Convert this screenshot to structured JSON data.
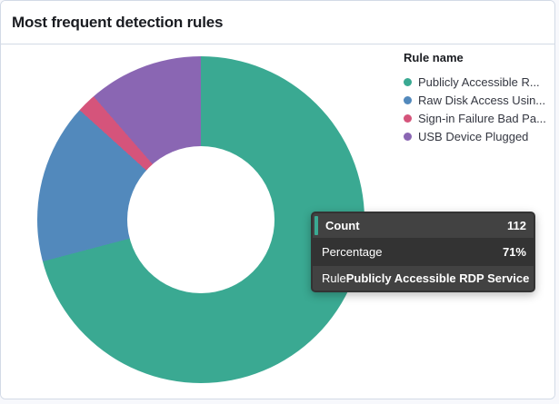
{
  "panel": {
    "title": "Most frequent detection rules"
  },
  "legend": {
    "title": "Rule name",
    "items": [
      {
        "label": "Publicly Accessible R...",
        "color": "#3aa992"
      },
      {
        "label": "Raw Disk Access Usin...",
        "color": "#5289bc"
      },
      {
        "label": "Sign-in Failure Bad Pa...",
        "color": "#d5547b"
      },
      {
        "label": "USB Device Plugged",
        "color": "#8a66b3"
      }
    ]
  },
  "tooltip": {
    "accent_color": "#3aa992",
    "header": {
      "label": "Count",
      "value": "112"
    },
    "rows": [
      {
        "label": "Percentage",
        "value": "71%",
        "highlighted": false
      },
      {
        "label": "Rule",
        "value": "Publicly Accessible RDP Service",
        "highlighted": true
      }
    ]
  },
  "chart_data": {
    "type": "pie",
    "subtype": "donut",
    "title": "Most frequent detection rules",
    "categories": [
      "Publicly Accessible R...",
      "Raw Disk Access Usin...",
      "Sign-in Failure Bad Pa...",
      "USB Device Plugged"
    ],
    "values": [
      112,
      25,
      3,
      18
    ],
    "percentages": [
      71,
      15.8,
      1.9,
      11.4
    ],
    "colors": [
      "#3aa992",
      "#5289bc",
      "#d5547b",
      "#8a66b3"
    ],
    "start_angle_deg": 0,
    "direction": "clockwise",
    "inner_radius_ratio": 0.45,
    "legend_position": "right",
    "legend_title": "Rule name",
    "hovered_slice": {
      "rule": "Publicly Accessible RDP Service",
      "count": 112,
      "percentage": "71%"
    }
  },
  "colors": {
    "panel_border": "#d3dae6",
    "panel_bg": "#ffffff",
    "title_text": "#1a1c21",
    "legend_text": "#343741",
    "tooltip_bg": "#333333",
    "tooltip_row_highlight_bg": "#424242"
  }
}
